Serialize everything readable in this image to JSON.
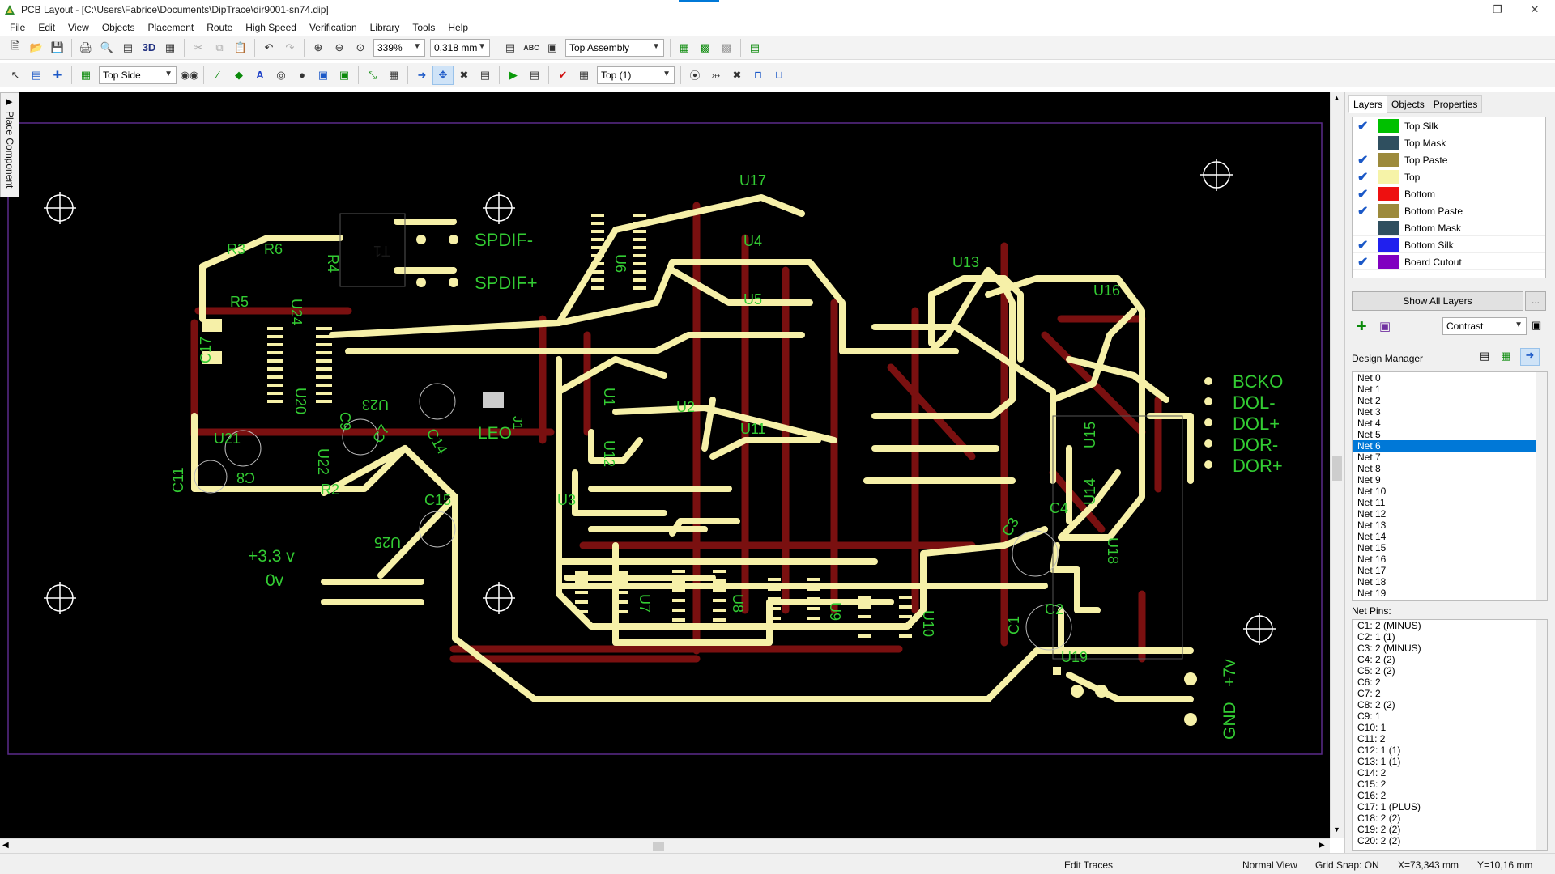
{
  "window": {
    "title": "PCB Layout - [C:\\Users\\Fabrice\\Documents\\DipTrace\\dir9001-sn74.dip]"
  },
  "menu": [
    "File",
    "Edit",
    "View",
    "Objects",
    "Placement",
    "Route",
    "High Speed",
    "Verification",
    "Library",
    "Tools",
    "Help"
  ],
  "toolbar1": {
    "zoom": "339%",
    "grid": "0,318 mm",
    "view_mode": "Top Assembly"
  },
  "toolbar2": {
    "side": "Top Side",
    "layer": "Top (1)"
  },
  "side_tab": {
    "label": "Place Component"
  },
  "panel": {
    "tabs": [
      "Layers",
      "Objects",
      "Properties"
    ],
    "layers": [
      {
        "name": "Top Silk",
        "checked": true,
        "color": "#00c000"
      },
      {
        "name": "Top Mask",
        "checked": false,
        "color": "#2f4f5f"
      },
      {
        "name": "Top Paste",
        "checked": true,
        "color": "#9c8a3c"
      },
      {
        "name": "Top",
        "checked": true,
        "color": "#f6f3a8"
      },
      {
        "name": "Bottom",
        "checked": true,
        "color": "#ee1010"
      },
      {
        "name": "Bottom Paste",
        "checked": true,
        "color": "#9c8a3c"
      },
      {
        "name": "Bottom Mask",
        "checked": false,
        "color": "#2f4f5f"
      },
      {
        "name": "Bottom Silk",
        "checked": true,
        "color": "#2020ee"
      },
      {
        "name": "Board Cutout",
        "checked": true,
        "color": "#8000c0"
      }
    ],
    "show_all": "Show All Layers",
    "more": "...",
    "contrast": "Contrast",
    "design_manager": "Design Manager",
    "nets": [
      "Net 0",
      "Net 1",
      "Net 2",
      "Net 3",
      "Net 4",
      "Net 5",
      "Net 6",
      "Net 7",
      "Net 8",
      "Net 9",
      "Net 10",
      "Net 11",
      "Net 12",
      "Net 13",
      "Net 14",
      "Net 15",
      "Net 16",
      "Net 17",
      "Net 18",
      "Net 19"
    ],
    "selected_net": "Net 6",
    "net_pins_title": "Net Pins:",
    "net_pins": [
      "C1: 2 (MINUS)",
      "C2: 1 (1)",
      "C3: 2 (MINUS)",
      "C4: 2 (2)",
      "C5: 2 (2)",
      "C6: 2",
      "C7: 2",
      "C8: 2 (2)",
      "C9: 1",
      "C10: 1",
      "C11: 2",
      "C12: 1 (1)",
      "C13: 1 (1)",
      "C14: 2",
      "C15: 2",
      "C16: 2",
      "C17: 1 (PLUS)",
      "C18: 2 (2)",
      "C19: 2 (2)",
      "C20: 2 (2)"
    ]
  },
  "status": {
    "mode": "Edit Traces",
    "view": "Normal View",
    "snap": "Grid Snap: ON",
    "x": "X=73,343 mm",
    "y": "Y=10,16 mm"
  },
  "pcb": {
    "labels": {
      "spdif_minus": "SPDIF-",
      "spdif_plus": "SPDIF+",
      "bcko": "BCKO",
      "dol_minus": "DOL-",
      "dol_plus": "DOL+",
      "dor_minus": "DOR-",
      "dor_plus": "DOR+",
      "v33": "+3.3  v",
      "zero_v": "0v",
      "plus7v": "+7v",
      "gnd": "GND",
      "leo": "LEO",
      "u17": "U17",
      "u4": "U4",
      "u5": "U5",
      "u13": "U13",
      "u16": "U16",
      "u15": "U15",
      "u14": "U14",
      "u1": "U1",
      "u2": "U2",
      "u11": "U11",
      "u12": "U12",
      "u3": "U3",
      "u7": "U7",
      "u8": "U8",
      "u9": "U9",
      "u10": "U10",
      "u18": "U18",
      "u19": "U19",
      "u20": "U20",
      "u21": "U21",
      "u22": "U22",
      "u23": "U23",
      "u24": "U24",
      "u25": "U25",
      "u6": "U6",
      "r2": "R2",
      "r3": "R3",
      "r4": "R4",
      "r5": "R5",
      "r6": "R6",
      "t1": "T1",
      "j1": "J1",
      "c1": "C1",
      "c2": "C2",
      "c3": "C3",
      "c4": "C4",
      "c7": "C7",
      "c8": "C8",
      "c9": "C9",
      "c11": "C11",
      "c14": "C14",
      "c15": "C15",
      "c17": "C17"
    }
  }
}
